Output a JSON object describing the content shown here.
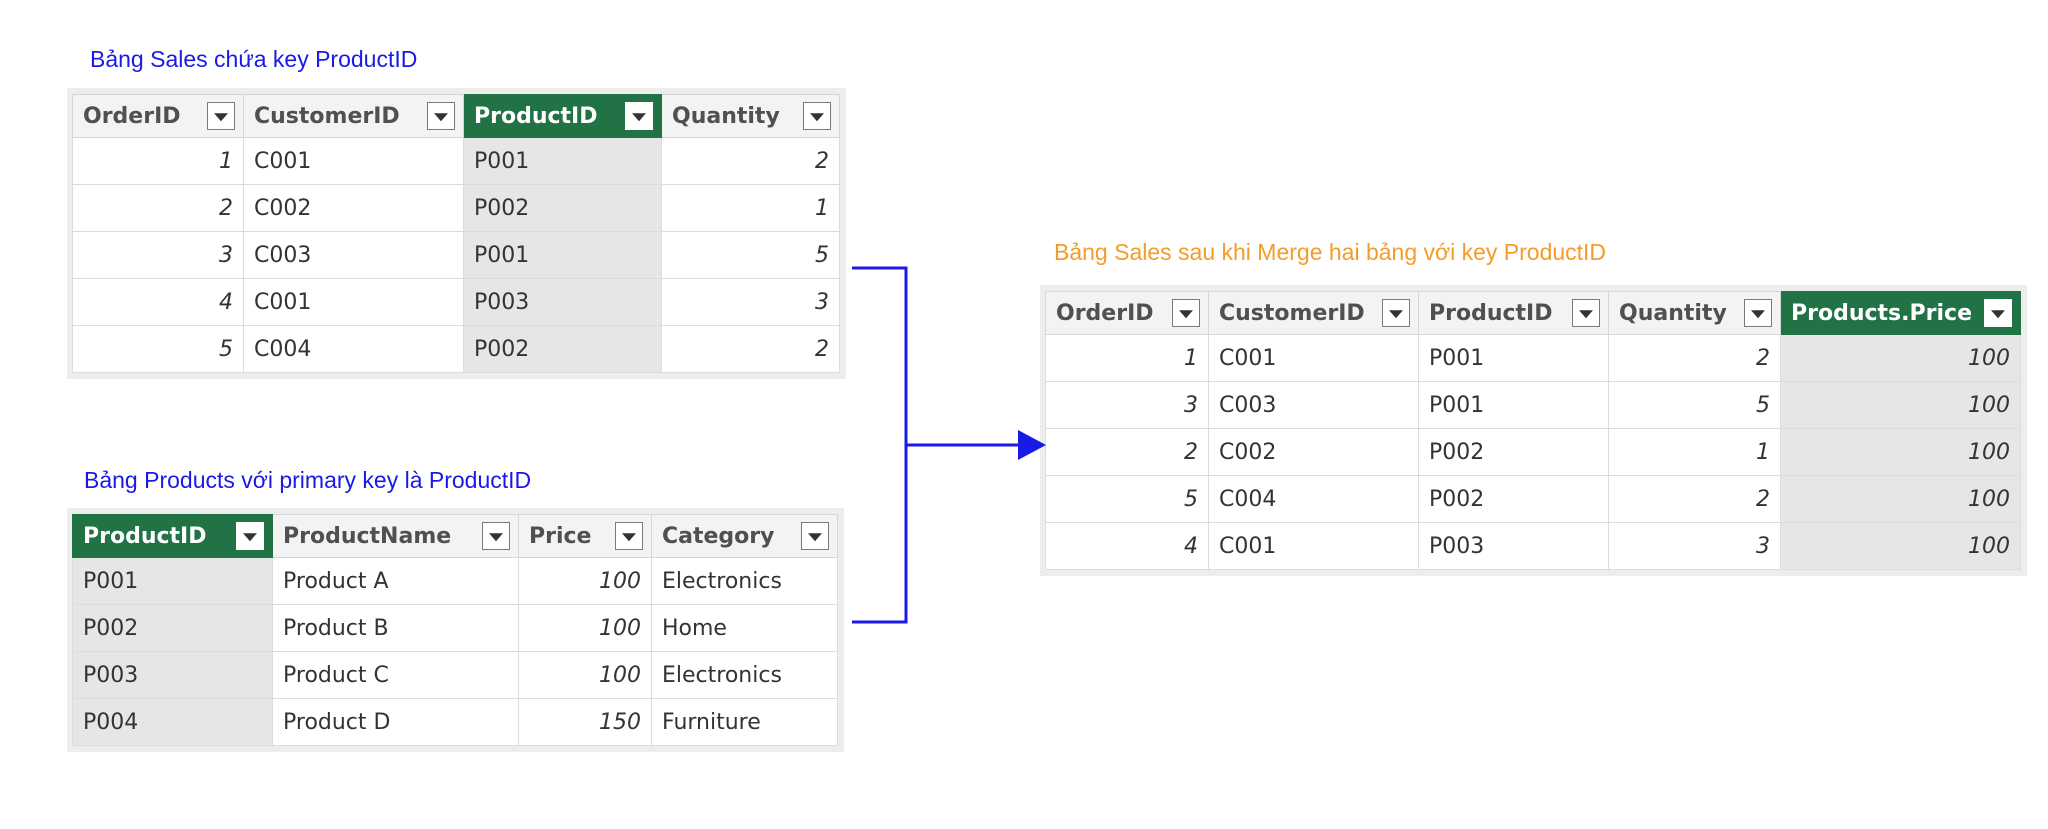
{
  "sales": {
    "caption": "Bảng Sales chứa key ProductID",
    "columns": [
      "OrderID",
      "CustomerID",
      "ProductID",
      "Quantity"
    ],
    "rows": [
      [
        "1",
        "C001",
        "P001",
        "2"
      ],
      [
        "2",
        "C002",
        "P002",
        "1"
      ],
      [
        "3",
        "C003",
        "P001",
        "5"
      ],
      [
        "4",
        "C001",
        "P003",
        "3"
      ],
      [
        "5",
        "C004",
        "P002",
        "2"
      ]
    ]
  },
  "products": {
    "caption": "Bảng Products với primary key là ProductID",
    "columns": [
      "ProductID",
      "ProductName",
      "Price",
      "Category"
    ],
    "rows": [
      [
        "P001",
        "Product A",
        "100",
        "Electronics"
      ],
      [
        "P002",
        "Product B",
        "100",
        "Home"
      ],
      [
        "P003",
        "Product C",
        "100",
        "Electronics"
      ],
      [
        "P004",
        "Product D",
        "150",
        "Furniture"
      ]
    ]
  },
  "merged": {
    "caption": "Bảng Sales sau khi Merge hai bảng với key ProductID",
    "columns": [
      "OrderID",
      "CustomerID",
      "ProductID",
      "Quantity",
      "Products.Price"
    ],
    "rows": [
      [
        "1",
        "C001",
        "P001",
        "2",
        "100"
      ],
      [
        "3",
        "C003",
        "P001",
        "5",
        "100"
      ],
      [
        "2",
        "C002",
        "P002",
        "1",
        "100"
      ],
      [
        "5",
        "C004",
        "P002",
        "2",
        "100"
      ],
      [
        "4",
        "C001",
        "P003",
        "3",
        "100"
      ]
    ]
  },
  "colors": {
    "caption_blue": "#1a1ae6",
    "caption_orange": "#f39c2a",
    "selected_header": "#217346",
    "connector": "#1a1ae6"
  }
}
